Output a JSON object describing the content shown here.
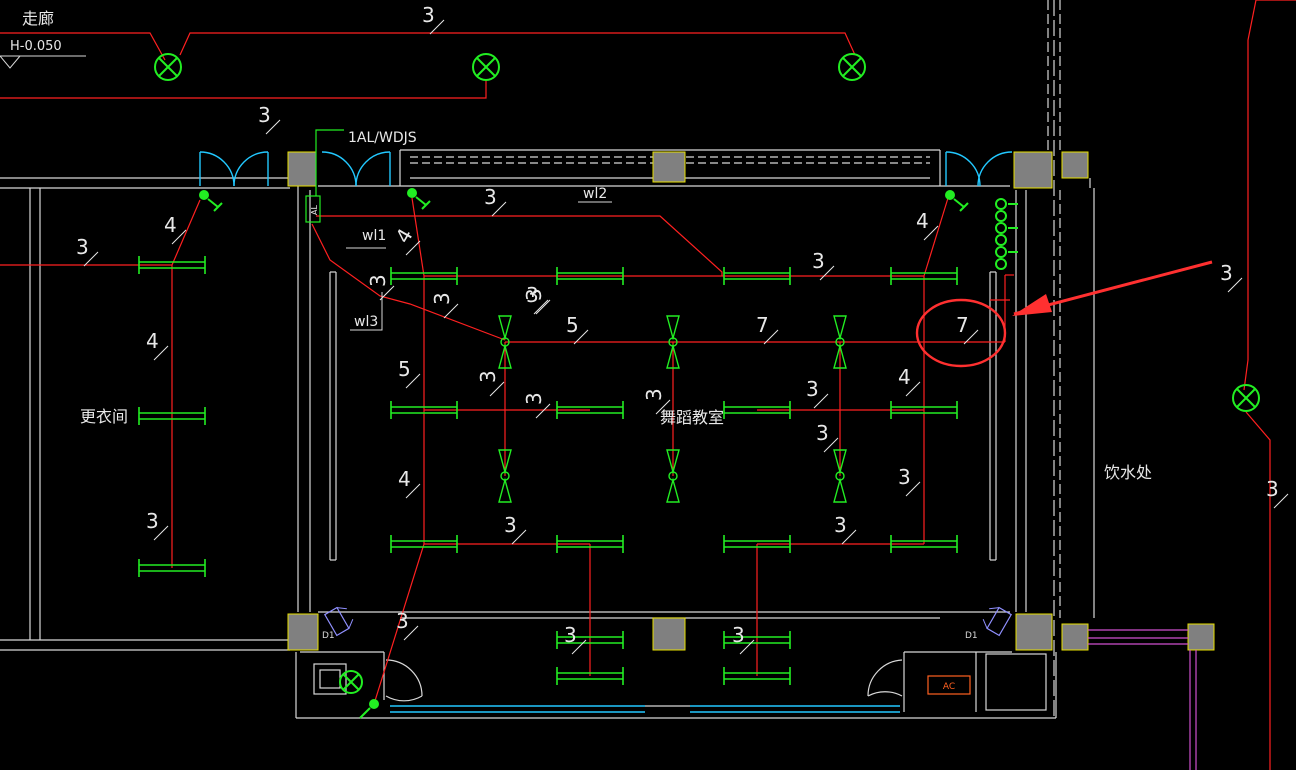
{
  "drawing": {
    "rooms": {
      "corridor": "走廊",
      "level": "H-0.050",
      "changing_room": "更衣间",
      "dance_room": "舞蹈教室",
      "water_station": "饮水处"
    },
    "panel_label": "1AL/WDJS",
    "panel_tag": "AL",
    "circuits": {
      "wl1": "wl1",
      "wl2": "wl2",
      "wl3": "wl3"
    },
    "ac_tag": "AC",
    "door_tags": {
      "left": "D1",
      "right": "D1"
    },
    "wire_counts": {
      "c01": "3",
      "c02": "3",
      "c03": "4",
      "c04": "3",
      "c05": "4",
      "c06": "3",
      "c07": "4",
      "c08": "3",
      "c09": "3",
      "c10": "4",
      "c11": "3",
      "c12": "3",
      "c13": "5",
      "c14": "7",
      "c15": "3",
      "c16": "5",
      "c17": "3",
      "c18": "3",
      "c19": "3",
      "c20": "4",
      "c21": "3",
      "c22": "4",
      "c23": "3",
      "c24": "3",
      "c25": "3",
      "c26": "3",
      "c27": "3",
      "c28": "3",
      "c29": "3",
      "c30": "7",
      "c31": "3",
      "c32": "3",
      "c33": "3"
    },
    "highlight": {
      "color": "#ff3030",
      "label": "7"
    }
  }
}
